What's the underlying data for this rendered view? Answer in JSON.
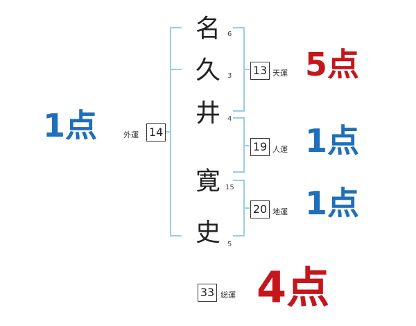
{
  "name_chars": [
    {
      "char": "名",
      "strokes": "6"
    },
    {
      "char": "久",
      "strokes": "3"
    },
    {
      "char": "井",
      "strokes": "4"
    },
    {
      "char": "寛",
      "strokes": "15"
    },
    {
      "char": "史",
      "strokes": "5"
    }
  ],
  "gaiun": {
    "label": "外運",
    "value": "14",
    "score": "1点"
  },
  "tenun": {
    "label": "天運",
    "value": "13",
    "score": "5点"
  },
  "jinun": {
    "label": "人運",
    "value": "19",
    "score": "1点"
  },
  "chiun": {
    "label": "地運",
    "value": "20",
    "score": "1点"
  },
  "souun": {
    "label": "総運",
    "value": "33",
    "score": "4点"
  },
  "colors": {
    "bracket": "#9dcbe6",
    "blue": "#1f6fba",
    "red": "#c4161c"
  }
}
